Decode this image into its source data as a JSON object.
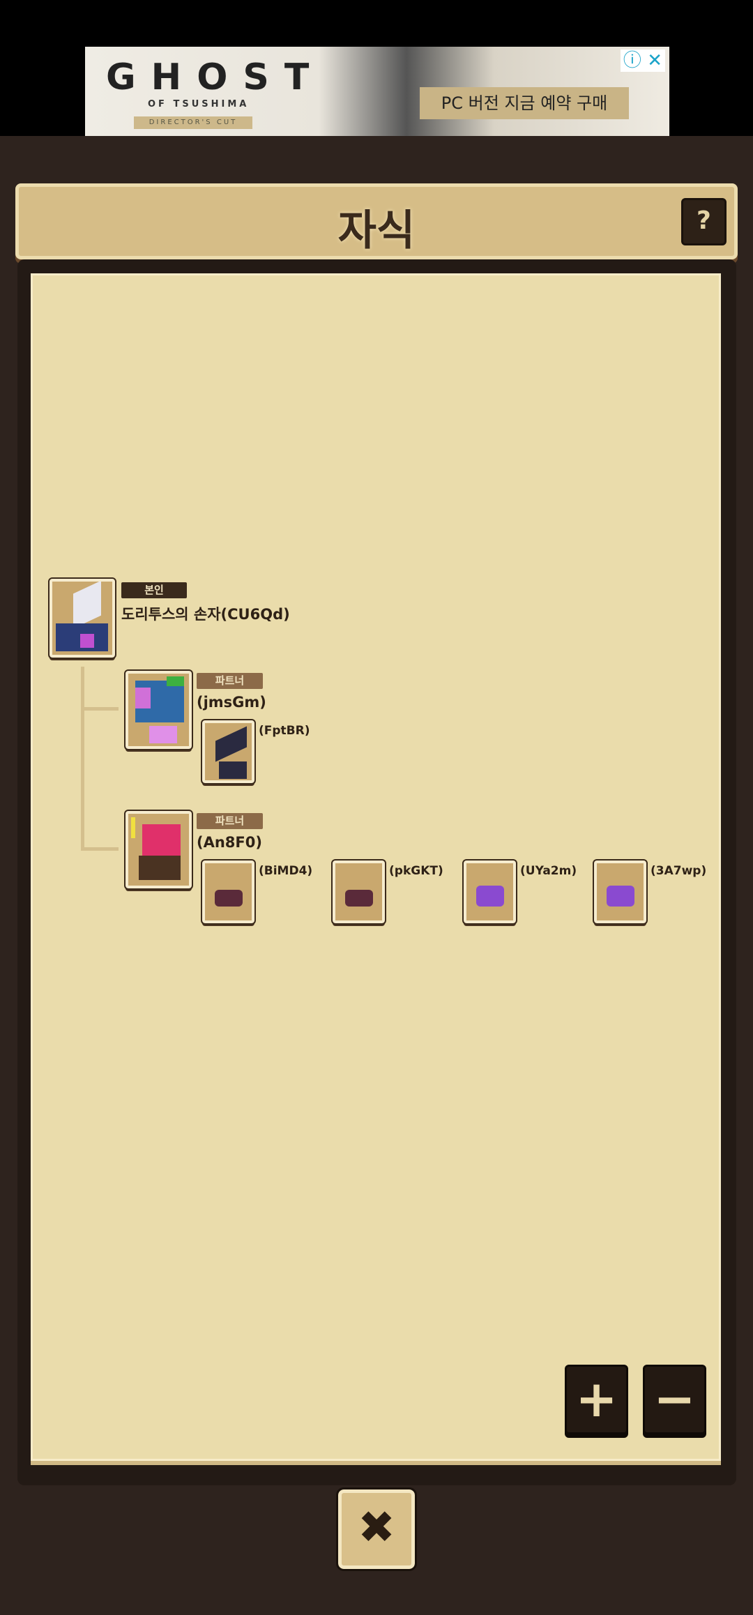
{
  "ad": {
    "logo": "GHOST",
    "subtitle": "OF TSUSHIMA",
    "edition": "DIRECTOR'S CUT",
    "cta": "PC 버전 지금 예약 구매",
    "info_icon": "ⓘ",
    "close_icon": "✕"
  },
  "header": {
    "title": "자식",
    "help_label": "?"
  },
  "tree": {
    "self": {
      "badge": "본인",
      "name": "도리투스의 손자(CU6Qd)"
    },
    "partners": [
      {
        "badge": "파트너",
        "name": "(jmsGm)",
        "children": [
          "(FptBR)"
        ]
      },
      {
        "badge": "파트너",
        "name": "(An8F0)",
        "children": [
          "(BiMD4)",
          "(pkGKT)",
          "(UYa2m)",
          "(3A7wp)"
        ]
      }
    ]
  },
  "controls": {
    "zoom_in": "+",
    "zoom_out": "−",
    "close": "✖"
  }
}
